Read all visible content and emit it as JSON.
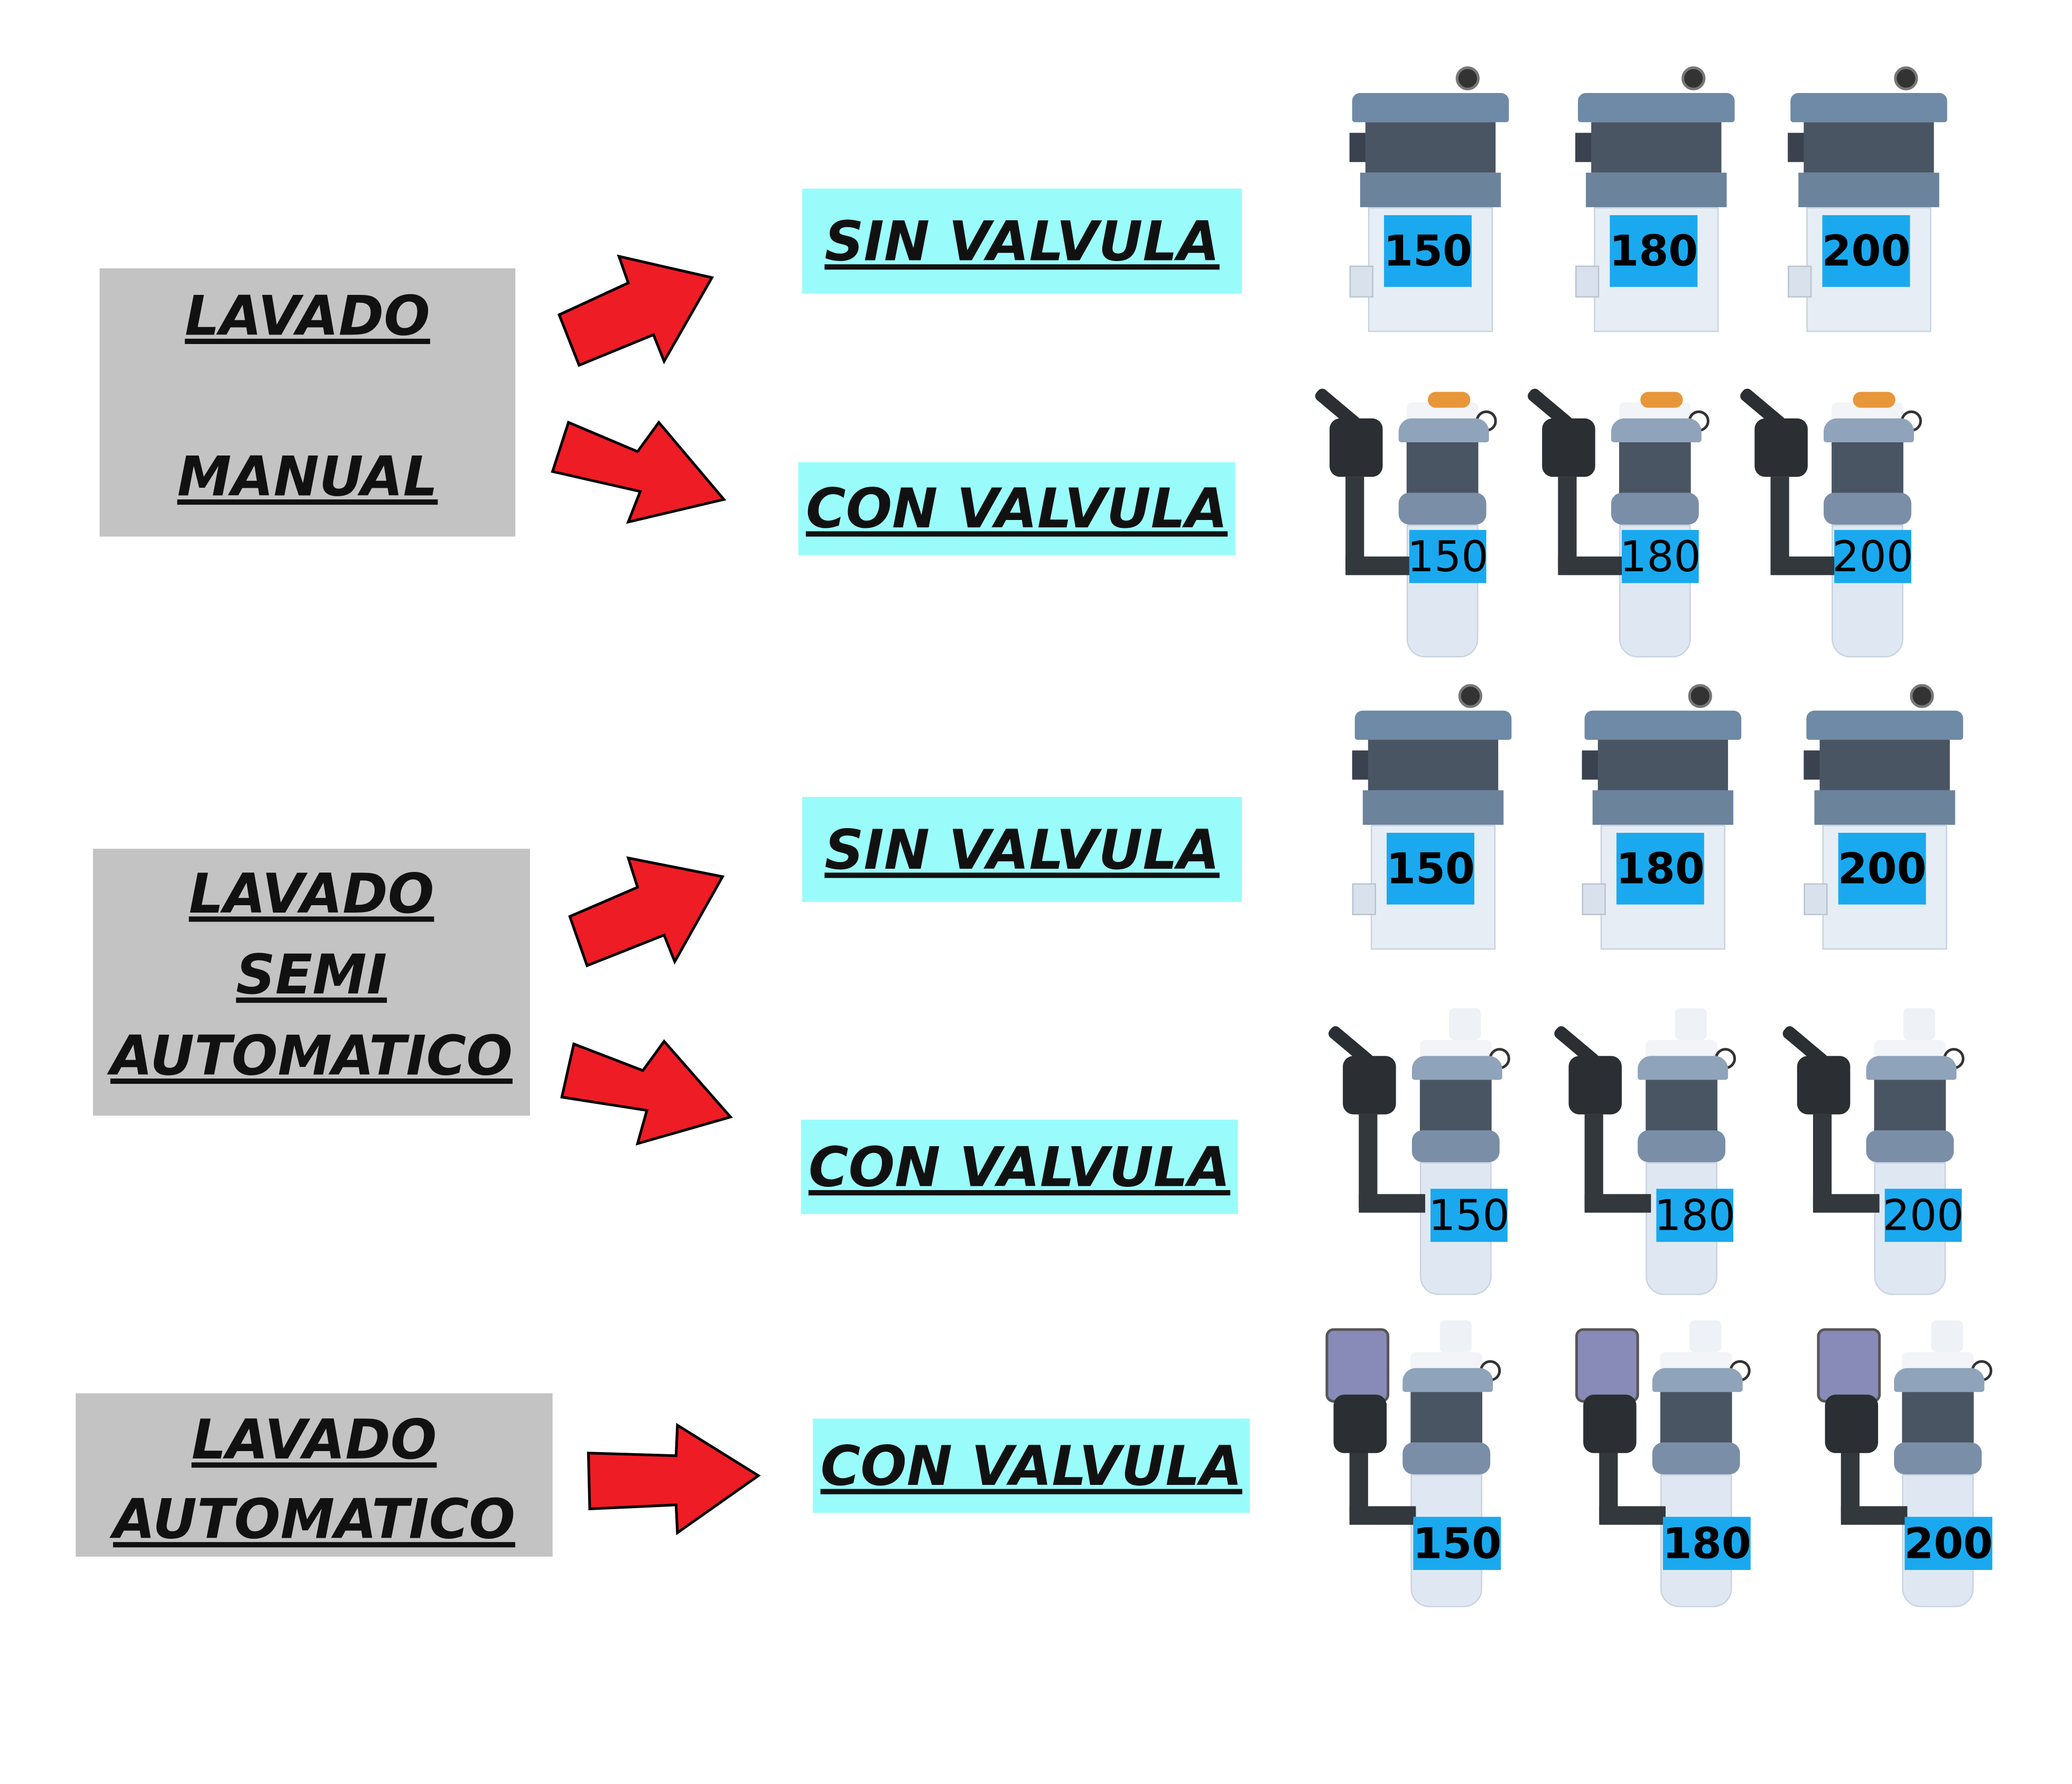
{
  "groups": [
    {
      "lines": [
        "LAVADO",
        "MANUAL"
      ]
    },
    {
      "lines": [
        "LAVADO",
        "SEMI",
        "AUTOMATICO"
      ]
    },
    {
      "lines": [
        "LAVADO",
        "AUTOMATICO"
      ]
    }
  ],
  "options": [
    {
      "label": "SIN VALVULA",
      "type": "sin",
      "sizes": [
        "150",
        "180",
        "200"
      ]
    },
    {
      "label": "CON VALVULA",
      "type": "con-manual",
      "sizes": [
        "150",
        "180",
        "200"
      ]
    },
    {
      "label": "SIN VALVULA",
      "type": "sin",
      "sizes": [
        "150",
        "180",
        "200"
      ]
    },
    {
      "label": "CON VALVULA",
      "type": "con-semi",
      "sizes": [
        "150",
        "180",
        "200"
      ]
    },
    {
      "label": "CON VALVULA",
      "type": "con-auto",
      "sizes": [
        "150",
        "180",
        "200"
      ]
    }
  ],
  "colors": {
    "arrow": "#ee1c24",
    "label_bg": "#99fcfb",
    "group_bg": "#c3c3c3",
    "size_tag": "#1aa9ef"
  }
}
